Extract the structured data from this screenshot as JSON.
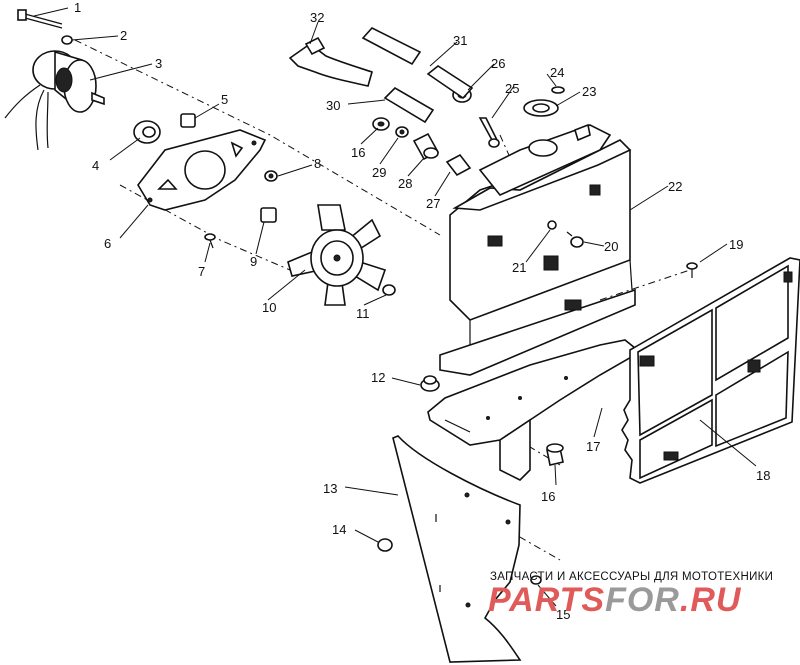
{
  "callouts": [
    "1",
    "2",
    "3",
    "4",
    "5",
    "6",
    "7",
    "8",
    "9",
    "10",
    "11",
    "12",
    "13",
    "14",
    "15",
    "16",
    "16",
    "16",
    "17",
    "18",
    "19",
    "20",
    "21",
    "22",
    "23",
    "24",
    "25",
    "26",
    "27",
    "28",
    "29",
    "30",
    "31",
    "32"
  ],
  "watermark": {
    "tagline": "ЗАПЧАСТИ И АКСЕССУАРЫ ДЛЯ МОТОТЕХНИКИ",
    "logo_a": "PARTS",
    "logo_b": "FOR",
    "logo_c": ".RU",
    "logo_colors": [
      "#e05a5a",
      "#9a9a9a"
    ]
  }
}
